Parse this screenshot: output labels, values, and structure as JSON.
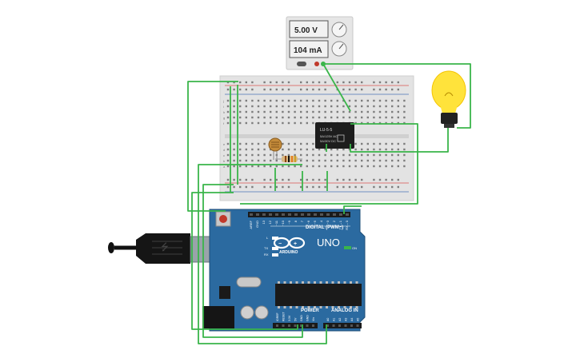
{
  "power_supply": {
    "voltage_display": "5.00 V",
    "current_display": "104 mA"
  },
  "relay": {
    "model": "LU-5-5",
    "rating_line_1": "5A/125V AC",
    "rating_line_2": "5A/30V DC"
  },
  "arduino": {
    "brand": "ARDUINO",
    "model": "UNO",
    "digital_header": "DIGITAL (PWM~)",
    "on_label": "ON",
    "power_header": "POWER",
    "analog_header": "ANALOG IN",
    "tx_label": "TX",
    "rx_label": "RX",
    "l_label": "L",
    "top_pins": [
      "AREF",
      "GND",
      "13",
      "12",
      "~11",
      "~10",
      "~9",
      "8",
      "7",
      "~6",
      "~5",
      "4",
      "~3",
      "2",
      "TX→1",
      "RX←0"
    ],
    "power_pins": [
      "IOREF",
      "RESET",
      "3.3V",
      "5V",
      "GND",
      "GND",
      "Vin"
    ],
    "analog_pins": [
      "A0",
      "A1",
      "A2",
      "A3",
      "A4",
      "A5"
    ]
  },
  "breadboard": {
    "row_letters": [
      "j",
      "i",
      "h",
      "g",
      "f",
      "e",
      "d",
      "c",
      "b",
      "a"
    ],
    "wire_color": "#3ab54a",
    "board_color": "#e3e3e3",
    "arduino_color": "#2b6aa0"
  }
}
